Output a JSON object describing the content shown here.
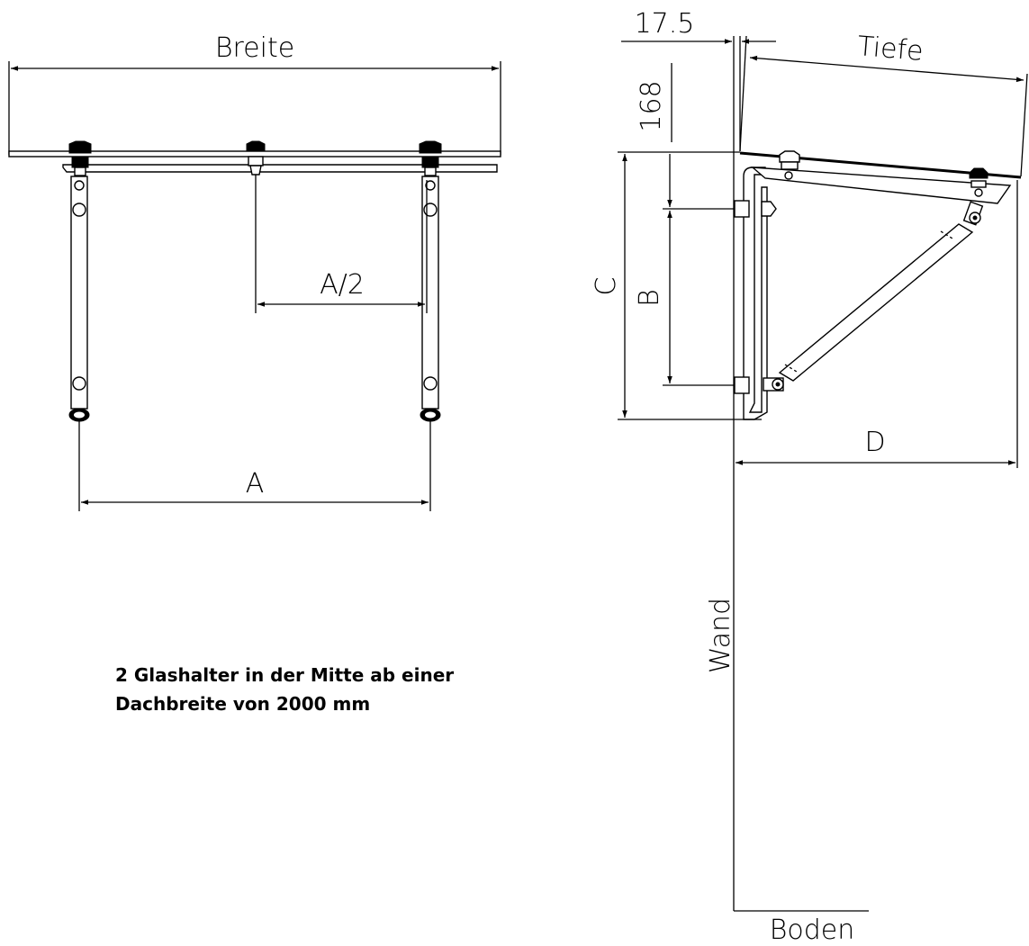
{
  "labels": {
    "breite": "Breite",
    "tiefe": "Tiefe",
    "a": "A",
    "a_half": "A/2",
    "b": "B",
    "c": "C",
    "d": "D",
    "dim_17_5": "17.5",
    "dim_168": "168",
    "wand": "Wand",
    "boden": "Boden"
  },
  "note": {
    "line1": "2 Glashalter in der Mitte ab einer",
    "line2": "Dachbreite von 2000 mm"
  }
}
